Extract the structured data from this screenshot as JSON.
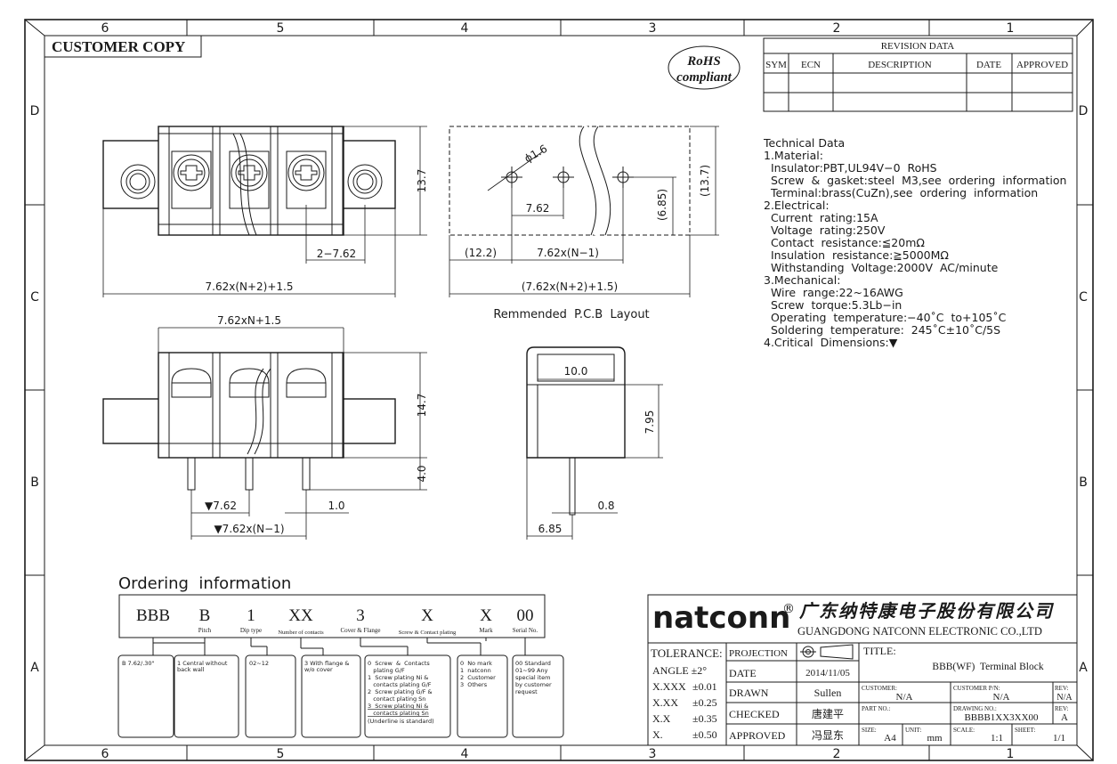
{
  "zones": {
    "cols": [
      "6",
      "5",
      "4",
      "3",
      "2",
      "1"
    ],
    "rows": [
      "D",
      "C",
      "B",
      "A"
    ]
  },
  "customer_copy": "CUSTOMER COPY",
  "rohs": {
    "line1": "RoHS",
    "line2": "compliant"
  },
  "revision": {
    "title": "REVISION DATA",
    "cols": [
      "SYM",
      "ECN",
      "DESCRIPTION",
      "DATE",
      "APPROVED"
    ]
  },
  "technical": [
    "Technical Data",
    "1.Material:",
    "  Insulator:PBT,UL94V−0  RoHS",
    "  Screw  &  gasket:steel  M3,see  ordering  information",
    "  Terminal:brass(CuZn),see  ordering  information",
    "2.Electrical:",
    "  Current  rating:15A",
    "  Voltage  rating:250V",
    "  Contact  resistance:≦20mΩ",
    "  Insulation  resistance:≧5000MΩ",
    "  Withstanding  Voltage:2000V  AC/minute",
    "3.Mechanical:",
    "  Wire  range:22~16AWG",
    "  Screw  torque:5.3Lb−in",
    "  Operating  temperature:−40˚C  to+105˚C",
    "  Soldering  temperature:  245˚C±10˚C/5S",
    "4.Critical  Dimensions:▼"
  ],
  "dims": {
    "top_height": "13.7",
    "top_pitch": "2−7.62",
    "top_overall": "7.62x(N+2)+1.5",
    "pcb_hole": "ϕ1.6",
    "pcb_pitch": "7.62",
    "pcb_685": "(6.85)",
    "pcb_137": "(13.7)",
    "pcb_122": "(12.2)",
    "pcb_n1": "7.62x(N−1)",
    "pcb_overall": "(7.62x(N+2)+1.5)",
    "pcb_caption": "Remmended  P.C.B  Layout",
    "front_width": "7.62xN+1.5",
    "front_h": "14.7",
    "front_pin": "4.0",
    "front_pitch": "▼7.62",
    "front_pin_w": "1.0",
    "front_n1": "▼7.62x(N−1)",
    "side_top": "10.0",
    "side_h": "7.95",
    "side_pin": "0.8",
    "side_base": "6.85"
  },
  "ordering": {
    "title": "Ordering  information",
    "codes": [
      "BBB",
      "B",
      "1",
      "XX",
      "3",
      "X",
      "X",
      "00"
    ],
    "labels": [
      "",
      "Pitch",
      "Dip type",
      "Number of contacts",
      "Cover & Flange",
      "Screw & Contact plating",
      "Mark",
      "Serial No."
    ],
    "boxes": [
      [
        "B  7.62/.30\""
      ],
      [
        "1 Central without",
        "back wall"
      ],
      [
        "02~12"
      ],
      [
        "3 With flange &",
        "w/o cover"
      ],
      [
        "0  Screw  &  Contacts",
        "   plating G/F",
        "1  Screw plating Ni &",
        "   contacts plating G/F",
        "2  Screw plating G/F &",
        "   contact plating Sn",
        "3  Screw plating Ni &",
        "   contacts plating Sn",
        "(Underline is standard)"
      ],
      [
        "0  No mark",
        "1  natconn",
        "2  Customer",
        "3  Others"
      ],
      [
        "00 Standard",
        "01~99 Any",
        "special item",
        "by customer",
        "request"
      ]
    ]
  },
  "company": {
    "logo": "natconn",
    "reg": "®",
    "cn": "广东纳特康电子股份有限公司",
    "en": "GUANGDONG NATCONN ELECTRONIC CO.,LTD"
  },
  "title_block": {
    "tolerance": "TOLERANCE:",
    "angle": "ANGLE ±2°",
    "tol": [
      [
        "X.XXX",
        "±0.01"
      ],
      [
        "X.XX",
        "±0.25"
      ],
      [
        "X.X",
        "±0.35"
      ],
      [
        "X.",
        "±0.50"
      ]
    ],
    "projection": "PROJECTION",
    "date_label": "DATE",
    "date": "2014/11/05",
    "drawn_label": "DRAWN",
    "drawn": "Sullen",
    "checked_label": "CHECKED",
    "checked": "唐建平",
    "approved_label": "APPROVED",
    "approved": "冯显东",
    "title_label": "TITLE:",
    "title": "BBB(WF)  Terminal Block",
    "customer_label": "CUSTOMER:",
    "customer": "N/A",
    "cpn_label": "CUSTOMER P/N:",
    "cpn": "N/A",
    "rev_label": "REV:",
    "rev1": "N/A",
    "part_label": "PART NO.:",
    "dwg_label": "DRAWING NO.:",
    "dwg": "BBBB1XX3XX00",
    "rev2": "A",
    "size_label": "SIZE:",
    "size": "A4",
    "unit_label": "UNIT:",
    "unit": "mm",
    "scale_label": "SCALE:",
    "scale": "1:1",
    "sheet_label": "SHEET:",
    "sheet": "1/1"
  }
}
